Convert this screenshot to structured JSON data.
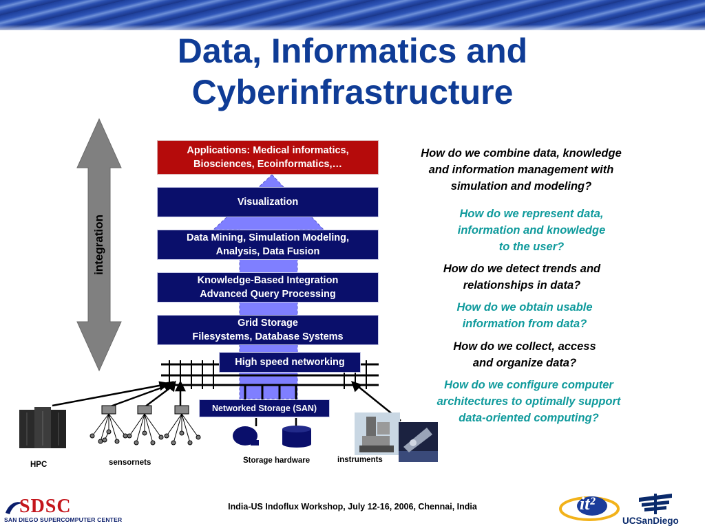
{
  "slide": {
    "title_line1": "Data, Informatics and",
    "title_line2": "Cyberinfrastructure"
  },
  "integration_arrow": {
    "label": "integration"
  },
  "layers": {
    "applications": {
      "line1": "Applications: Medical informatics,",
      "line2": "Biosciences, Ecoinformatics,…"
    },
    "visualization": {
      "line1": "Visualization"
    },
    "data_mining": {
      "line1": "Data Mining, Simulation Modeling,",
      "line2": "Analysis, Data Fusion"
    },
    "knowledge": {
      "line1": "Knowledge-Based Integration",
      "line2": "Advanced Query Processing"
    },
    "grid_storage": {
      "line1": "Grid Storage",
      "line2": "Filesystems, Database Systems"
    }
  },
  "networking": {
    "high_speed": "High speed networking",
    "san": "Networked Storage (SAN)"
  },
  "hardware_labels": {
    "hpc": "HPC",
    "sensornets": "sensornets",
    "storage": "Storage hardware",
    "instruments": "instruments"
  },
  "questions": [
    {
      "lines": [
        "How do we combine data, knowledge",
        "and information management with",
        "simulation and modeling?"
      ],
      "color": "#000000"
    },
    {
      "lines": [
        "How do we represent data,",
        "information and knowledge",
        "to the user?"
      ],
      "color": "#0f9a9c"
    },
    {
      "lines": [
        "How do we detect trends and",
        "relationships in data?"
      ],
      "color": "#000000"
    },
    {
      "lines": [
        "How do we obtain usable",
        "information from data?"
      ],
      "color": "#0f9a9c"
    },
    {
      "lines": [
        "How do we collect, access",
        "and organize data?"
      ],
      "color": "#000000"
    },
    {
      "lines": [
        "How do we configure computer",
        "architectures to optimally support",
        "data-oriented computing?"
      ],
      "color": "#0f9a9c"
    }
  ],
  "footer": {
    "workshop": "India-US Indoflux Workshop, July 12-16, 2006, Chennai, India",
    "sdsc_logo": "SDSC",
    "sdsc_subtitle": "SAN DIEGO SUPERCOMPUTER CENTER",
    "it2_logo": "it²",
    "ucsd_logo": "UCSanDiego"
  },
  "colors": {
    "title_blue": "#0f3c96",
    "layer_navy": "#0a0f6b",
    "applications_red": "#b50b0b",
    "question_teal": "#0f9a9c",
    "big_arrow_blue": "#7f7fff",
    "integration_gray": "#808080"
  }
}
